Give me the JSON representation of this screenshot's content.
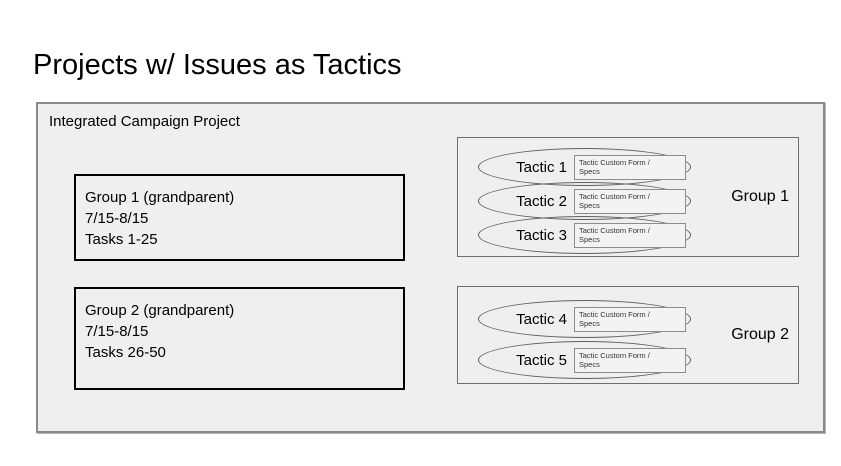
{
  "title": "Projects w/ Issues as Tactics",
  "project": {
    "label": "Integrated Campaign Project",
    "grandparents": [
      {
        "name": "Group 1 (grandparent)",
        "dates": "7/15-8/15",
        "tasks": "Tasks 1-25"
      },
      {
        "name": "Group 2 (grandparent)",
        "dates": "7/15-8/15",
        "tasks": "Tasks 26-50"
      }
    ],
    "tactic_groups": [
      {
        "label": "Group 1",
        "tactics": [
          {
            "name": "Tactic 1",
            "form_line1": "Tactic Custom Form /",
            "form_line2": "Specs"
          },
          {
            "name": "Tactic 2",
            "form_line1": "Tactic Custom Form /",
            "form_line2": "Specs"
          },
          {
            "name": "Tactic 3",
            "form_line1": "Tactic Custom Form /",
            "form_line2": "Specs"
          }
        ]
      },
      {
        "label": "Group 2",
        "tactics": [
          {
            "name": "Tactic 4",
            "form_line1": "Tactic Custom Form /",
            "form_line2": "Specs"
          },
          {
            "name": "Tactic 5",
            "form_line1": "Tactic Custom Form /",
            "form_line2": "Specs"
          }
        ]
      }
    ]
  },
  "colors": {
    "page_background": "#ffffff",
    "container_fill": "#efefef",
    "container_border": "#898989",
    "group_border": "#6e6e6e",
    "ellipse_border": "#5f5f5f",
    "grandparent_border": "#000000",
    "text": "#000000"
  }
}
